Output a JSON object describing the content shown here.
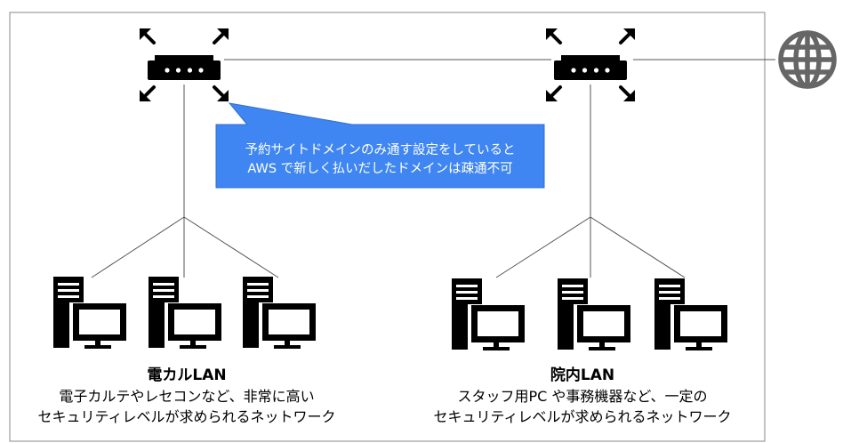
{
  "callout": {
    "line1": "予約サイトドメインのみ通す設定をしていると",
    "line2": "AWS で新しく払いだしたドメインは疎通不可",
    "fill": "#3f86f2",
    "stroke": "#2f6fd0"
  },
  "left_network": {
    "title": "電カルLAN",
    "line1": "電子カルテやレセコンなど、非常に高い",
    "line2": "セキュリティレベルが求められるネットワーク"
  },
  "right_network": {
    "title": "院内LAN",
    "line1": "スタッフ用PC や事務機器など、一定の",
    "line2": "セキュリティレベルが求められるネットワーク"
  },
  "icons": {
    "router": "router-icon",
    "computer": "desktop-computer-icon",
    "internet": "globe-icon"
  },
  "colors": {
    "line": "#555555",
    "frame": "#888888",
    "icon": "#000000",
    "globe": "#666666"
  }
}
